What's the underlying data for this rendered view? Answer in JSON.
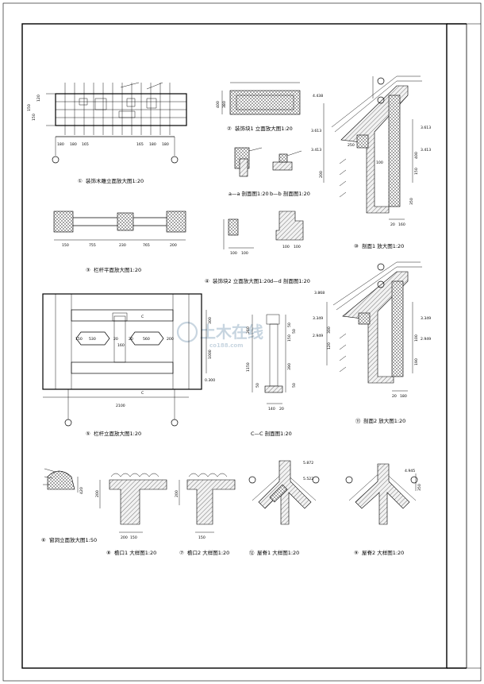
{
  "watermark": {
    "main": "土木在线",
    "sub": "co188.com"
  },
  "details": {
    "d1": {
      "num": "①",
      "title": "装饰木雕立面放大图1:20",
      "dims": [
        "180",
        "180",
        "165",
        "165",
        "180",
        "180"
      ],
      "vdims": [
        "150",
        "150",
        "120"
      ]
    },
    "d2": {
      "num": "②",
      "title": "装饰块1 立面放大图1:20",
      "dims": [
        "400",
        "380"
      ]
    },
    "d3": {
      "num": "③",
      "title": "栏杆平面放大图1:20",
      "dims": [
        "150",
        "755",
        "230",
        "765",
        "200"
      ]
    },
    "d4": {
      "num": "④",
      "title": "装饰块2 立面放大图1:20",
      "dims": [
        "100",
        "100"
      ]
    },
    "aa": {
      "title": "a—a 剖面图1:20"
    },
    "bb": {
      "title": "b—b 剖面图1:20"
    },
    "dd": {
      "title": "d—d 剖面图1:20"
    },
    "d5": {
      "num": "⑤",
      "title": "栏杆立面放大图1:20",
      "dims": [
        "150",
        "530",
        "20",
        "160",
        "20",
        "560",
        "200"
      ],
      "vdims": [
        "300",
        "1000"
      ],
      "total": "2100",
      "level": "0.300",
      "section_mark": "C"
    },
    "cc": {
      "title": "C—C 剖面图1:20",
      "vdims": [
        "260",
        "50",
        "150",
        "50",
        "390",
        "50",
        "50"
      ],
      "height": "1150",
      "dims": [
        "140",
        "20"
      ]
    },
    "d10": {
      "num": "⑩",
      "title": "剖面1 放大图1:20",
      "levels": [
        "4.438",
        "3.613",
        "3.413",
        "3.413",
        "3.613"
      ],
      "dims": [
        "200",
        "250",
        "400",
        "150",
        "350",
        "100",
        "20",
        "160"
      ]
    },
    "d11": {
      "num": "⑪",
      "title": "剖面2 放大图1:20",
      "levels": [
        "3.868",
        "3.349",
        "2.949",
        "2.949",
        "3.349"
      ],
      "dims": [
        "300",
        "120",
        "100",
        "190",
        "20",
        "180"
      ]
    },
    "d6": {
      "num": "⑥",
      "title": "窗洞立面放大图1:50",
      "dims": [
        "420"
      ]
    },
    "d8": {
      "num": "⑧",
      "title": "檐口1 大样图1:20",
      "dims": [
        "200",
        "200",
        "150"
      ]
    },
    "d7": {
      "num": "⑦",
      "title": "檐口2 大样图1:20",
      "dims": [
        "200",
        "150"
      ]
    },
    "d12": {
      "num": "⑫",
      "title": "屋脊1 大样图1:20",
      "levels": [
        "5.872",
        "5.522"
      ]
    },
    "d9": {
      "num": "⑨",
      "title": "屋脊2 大样图1:20",
      "levels": [
        "4.945"
      ],
      "dims": [
        "350"
      ]
    }
  }
}
